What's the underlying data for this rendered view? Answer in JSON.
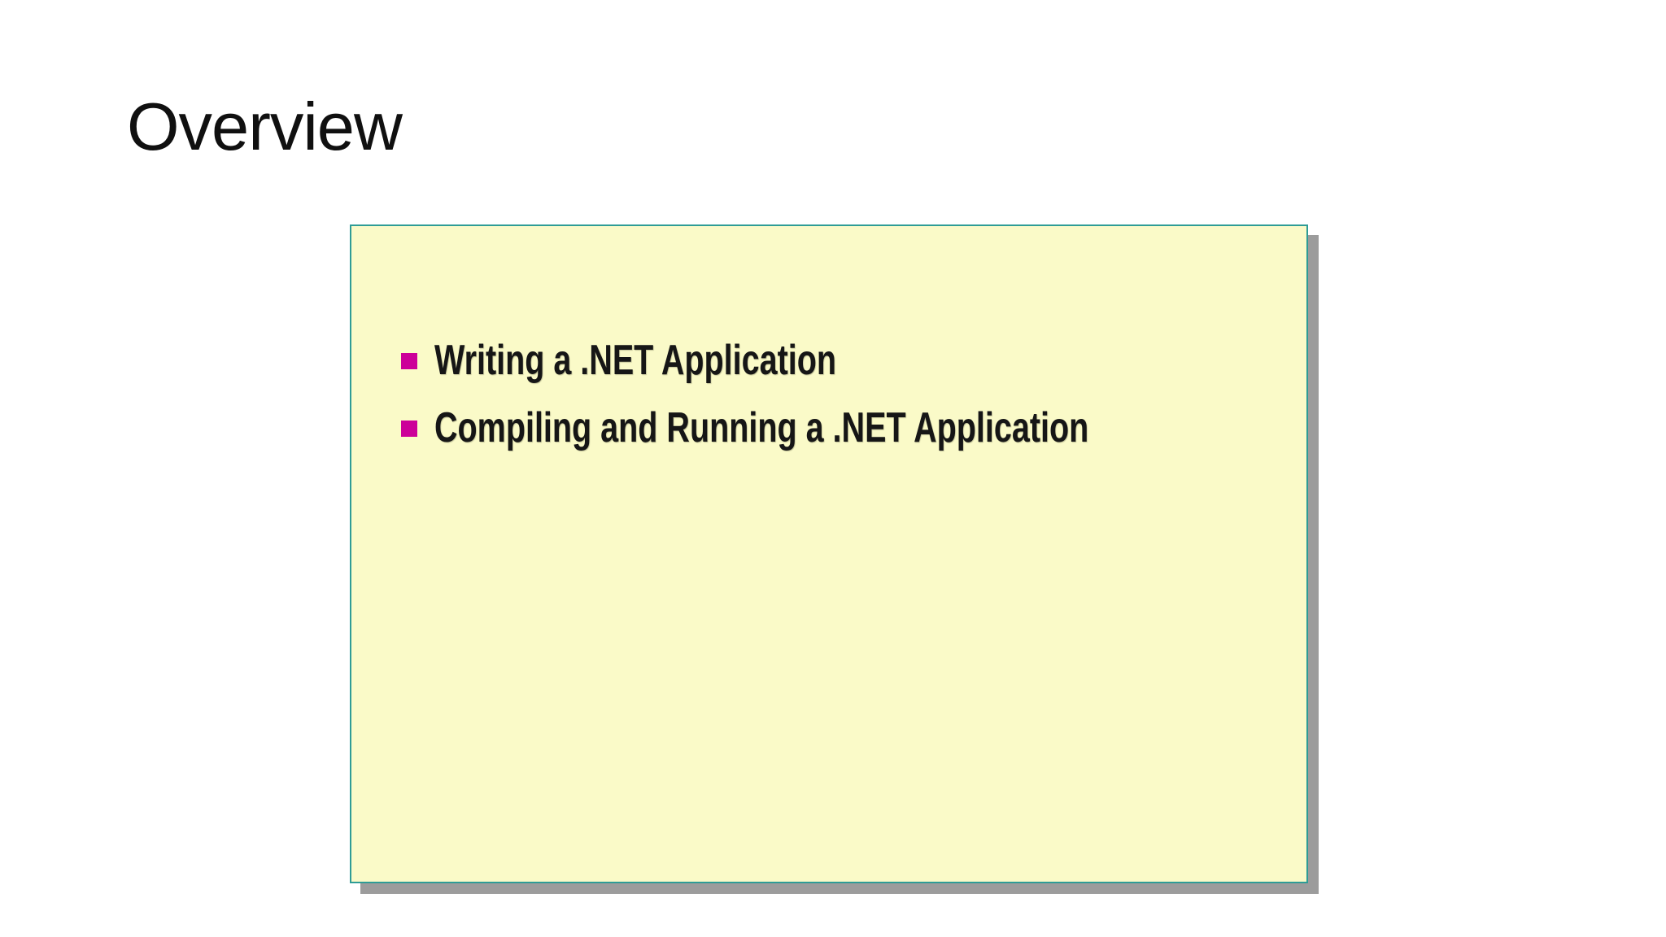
{
  "slide": {
    "title": "Overview",
    "panel": {
      "bullets": [
        {
          "label": "Writing a .NET Application"
        },
        {
          "label": "Compiling and Running a .NET Application"
        }
      ]
    },
    "colors": {
      "panel_background": "#fafac8",
      "panel_border": "#2e9c96",
      "panel_shadow": "#9c9c9c",
      "bullet_square": "#cc0099",
      "title_text": "#101010",
      "bullet_text": "#161616",
      "page_background": "#ffffff"
    }
  }
}
